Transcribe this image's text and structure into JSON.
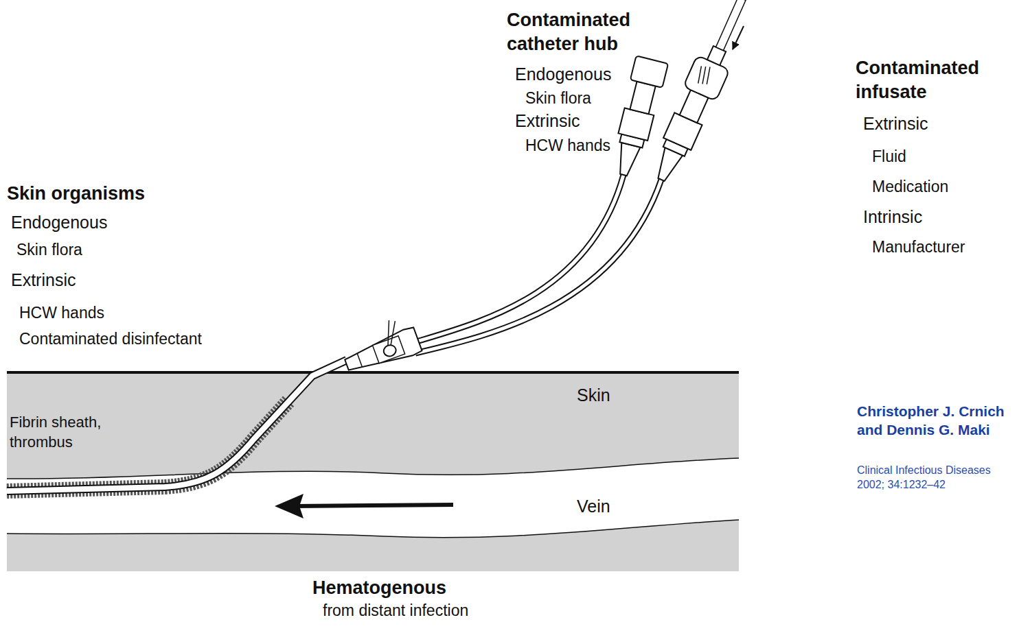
{
  "diagram": {
    "labels": [
      "Contaminated catheter hub",
      "Endogenous",
      "Skin flora",
      "Extrinsic",
      "HCW hands",
      "Contaminated infusate",
      "Extrinsic",
      "Fluid",
      "Medication",
      "Intrinsic",
      "Manufacturer",
      "Skin organisms",
      "Endogenous",
      "Skin flora",
      "Extrinsic",
      "HCW hands",
      "Contaminated disinfectant",
      "Skin",
      "Fibrin sheath, thrombus",
      "Vein",
      "Hematogenous",
      "from distant infection",
      "Christopher J. Crnich and Dennis G. Maki",
      "Clinical Infectious Diseases 2002; 34:1232–42"
    ]
  }
}
